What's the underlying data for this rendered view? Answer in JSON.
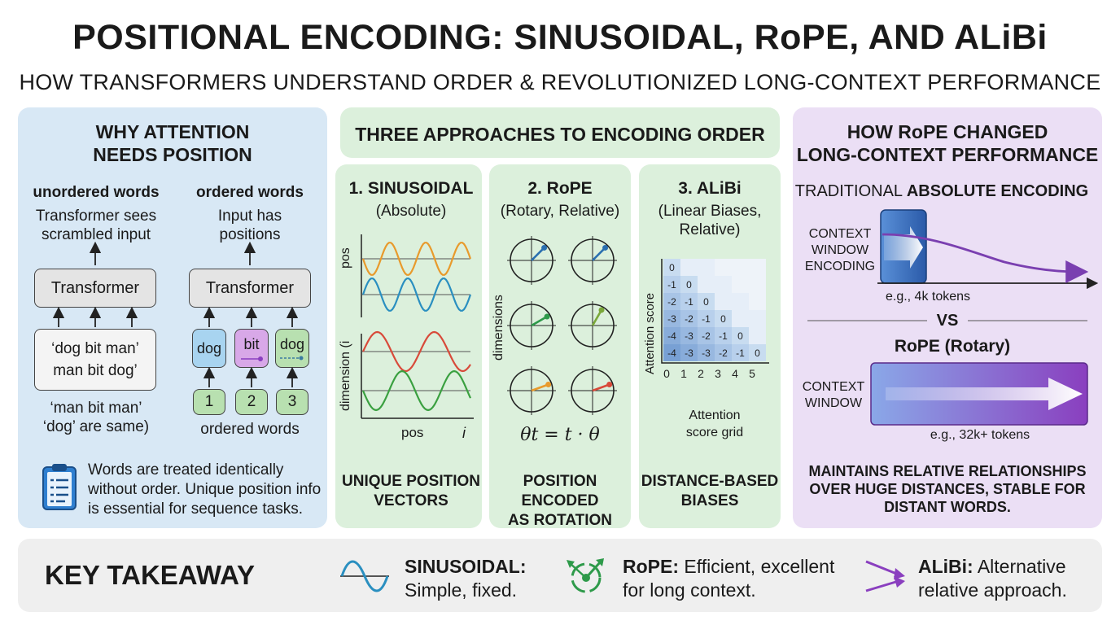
{
  "title": "POSITIONAL ENCODING: SINUSOIDAL, RoPE, AND ALiBi",
  "subtitle": "HOW TRANSFORMERS UNDERSTAND ORDER & REVOLUTIONIZED LONG-CONTEXT PERFORMANCE",
  "left": {
    "heading_1": "WHY ATTENTION",
    "heading_2": "NEEDS POSITION",
    "unordered": {
      "label": "unordered words",
      "desc_1": "Transformer sees",
      "desc_2": "scrambled input",
      "box": "Transformer",
      "input_1": "‘dog   bit   man’",
      "input_2": "man   bit   dog’",
      "caption_1": "‘man   bit   man’",
      "caption_2": "‘dog’ are same)"
    },
    "ordered": {
      "label": "ordered words",
      "desc_1": "Input has",
      "desc_2": "positions",
      "box": "Transformer",
      "tokens": [
        "dog",
        "bit",
        "dog"
      ],
      "positions": [
        "1",
        "2",
        "3"
      ],
      "caption": "ordered words"
    },
    "note_1": "Words are treated identically",
    "note_2": "without order. Unique position info",
    "note_3": "is essential for sequence tasks.",
    "note_icon": "clipboard-icon"
  },
  "middle": {
    "heading": "THREE APPROACHES TO ENCODING ORDER",
    "sinusoidal": {
      "title": "1. SINUSOIDAL",
      "sub": "(Absolute)",
      "ylabel_top": "pos",
      "ylabel_bottom": "dimension (i",
      "xlabel": "pos",
      "xlabel_right": "i",
      "footer_1": "UNIQUE POSITION",
      "footer_2": "VECTORS"
    },
    "rope": {
      "title": "2. RoPE",
      "sub": "(Rotary, Relative)",
      "ylabel": "dimensions",
      "formula": "θt = t · θ",
      "footer_1": "POSITION ENCODED",
      "footer_2": "AS ROTATION"
    },
    "alibi": {
      "title": "3. ALiBi",
      "sub_1": "(Linear Biases,",
      "sub_2": "Relative)",
      "ylabel": "Attention score",
      "xticks": [
        "0",
        "1",
        "2",
        "3",
        "4",
        "5"
      ],
      "grid_rows": [
        [
          "0"
        ],
        [
          "-1",
          "0"
        ],
        [
          "-2",
          "-1",
          "0"
        ],
        [
          "-3",
          "-2",
          "-1",
          "0"
        ],
        [
          "-4",
          "-3",
          "-2",
          "-1",
          "0"
        ],
        [
          "-4",
          "-3",
          "-3",
          "-2",
          "-1",
          "0"
        ]
      ],
      "caption_1": "Attention",
      "caption_2": "score grid",
      "footer_1": "DISTANCE-BASED",
      "footer_2": "BIASES"
    }
  },
  "right": {
    "heading_1": "HOW RoPE CHANGED",
    "heading_2": "LONG-CONTEXT PERFORMANCE",
    "trad_label_a": "TRADITIONAL ",
    "trad_label_b": "ABSOLUTE ENCODING",
    "ctx_1": "CONTEXT",
    "ctx_2": "WINDOW",
    "ctx_3": "ENCODING",
    "trad_tokens": "e.g., 4k tokens",
    "vs": "VS",
    "rope_label": "RoPE (Rotary)",
    "ctx2_1": "CONTEXT",
    "ctx2_2": "WINDOW",
    "rope_tokens": "e.g., 32k+ tokens",
    "summary_1": "MAINTAINS RELATIVE RELATIONSHIPS",
    "summary_2": "OVER HUGE DISTANCES, STABLE FOR",
    "summary_3": "DISTANT WORDS."
  },
  "takeaway": {
    "label": "KEY TAKEAWAY",
    "items": [
      {
        "name": "SINUSOIDAL:",
        "desc_1": "",
        "desc_2": "Simple, fixed.",
        "icon": "sine-wave-icon"
      },
      {
        "name": "RoPE:",
        "desc_1": " Efficient, excellent",
        "desc_2": "for long context.",
        "icon": "rotation-icon"
      },
      {
        "name": "ALiBi:",
        "desc_1": " Alternative",
        "desc_2": "relative approach.",
        "icon": "bias-arrows-icon"
      }
    ]
  },
  "colors": {
    "left_panel": "#d8e8f5",
    "middle_panel": "#dcf0dc",
    "right_panel": "#ebdff5",
    "takeaway_panel": "#efefef",
    "sin_orange": "#e89a2c",
    "sin_blue": "#2a8fc0",
    "sin_red": "#d84a3a",
    "sin_green": "#3aa040",
    "rope_purple": "#8a3fbf"
  }
}
